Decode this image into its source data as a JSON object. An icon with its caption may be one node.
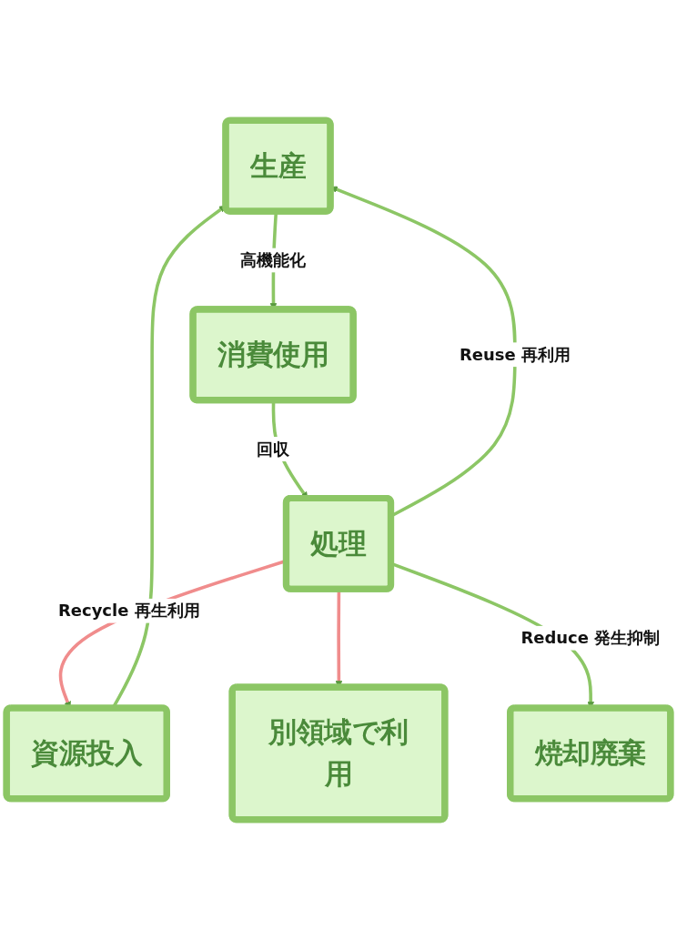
{
  "diagram": {
    "nodes": [
      {
        "text": [
          "生産"
        ]
      },
      {
        "text": [
          "消費使用"
        ]
      },
      {
        "text": [
          "資源投入"
        ]
      },
      {
        "text": [
          "処理"
        ]
      },
      {
        "text": [
          "別領域で利用"
        ]
      },
      {
        "text": [
          "焼却廃棄"
        ]
      }
    ],
    "edges": [
      {
        "from": 0,
        "to": 1,
        "arrow": "to",
        "label": "高機能化"
      },
      {
        "from": 1,
        "to": 3,
        "arrow": "to",
        "label": "回収"
      },
      {
        "from": 3,
        "to": 0,
        "arrow": "to",
        "label": "Reuse 再利用"
      },
      {
        "from": 2,
        "to": 0,
        "arrow": "to"
      },
      {
        "from": 3,
        "to": 2,
        "arrow": "to",
        "label": "Recycle 再生利用",
        "color": "#f08c8c"
      },
      {
        "from": 3,
        "to": 4,
        "arrow": "to",
        "color": "#f08c8c"
      },
      {
        "from": 3,
        "to": 5,
        "arrow": "to",
        "label": "Reduce 発生抑制"
      }
    ]
  }
}
